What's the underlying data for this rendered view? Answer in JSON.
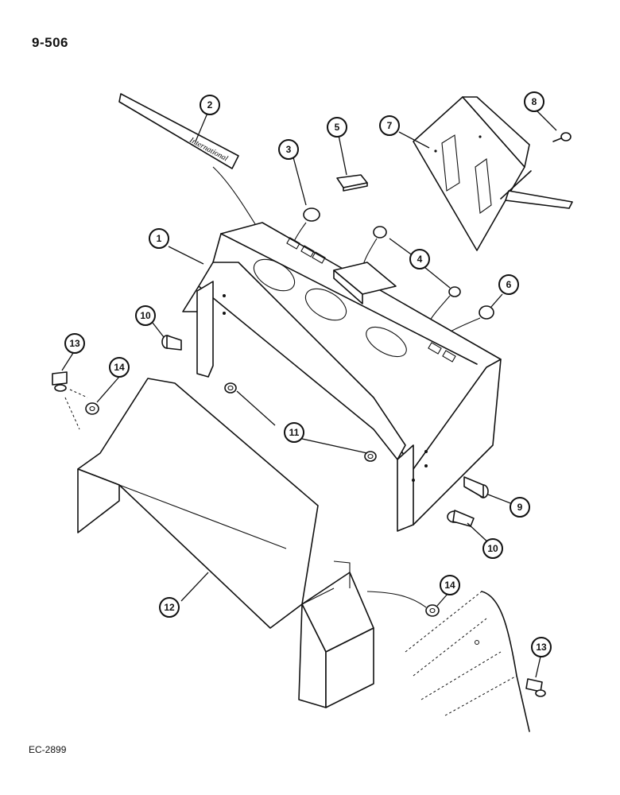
{
  "header": {
    "page_code": "9-506"
  },
  "footer": {
    "drawing_code": "EC-2899"
  },
  "decal_text": "International",
  "callouts": [
    {
      "id": "c1",
      "label": "1"
    },
    {
      "id": "c2",
      "label": "2"
    },
    {
      "id": "c3",
      "label": "3"
    },
    {
      "id": "c4",
      "label": "4"
    },
    {
      "id": "c5",
      "label": "5"
    },
    {
      "id": "c6",
      "label": "6"
    },
    {
      "id": "c7",
      "label": "7"
    },
    {
      "id": "c8",
      "label": "8"
    },
    {
      "id": "c9",
      "label": "9"
    },
    {
      "id": "c10a",
      "label": "10"
    },
    {
      "id": "c10b",
      "label": "10"
    },
    {
      "id": "c11",
      "label": "11"
    },
    {
      "id": "c12",
      "label": "12"
    },
    {
      "id": "c13a",
      "label": "13"
    },
    {
      "id": "c13b",
      "label": "13"
    },
    {
      "id": "c14a",
      "label": "14"
    },
    {
      "id": "c14b",
      "label": "14"
    }
  ]
}
